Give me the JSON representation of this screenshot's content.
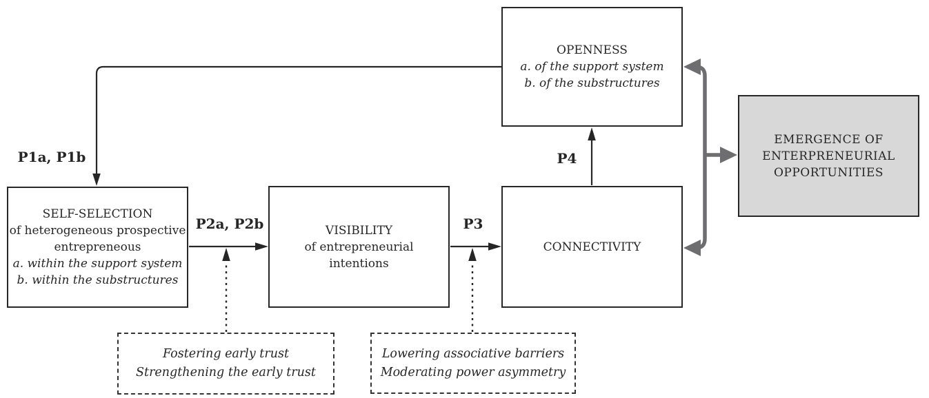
{
  "diagram": {
    "boxes": {
      "openness": {
        "lines": [
          "OPENNESS",
          "a. of the support system",
          "b. of the substructures"
        ]
      },
      "self_selection": {
        "lines": [
          "SELF-SELECTION",
          "of heterogeneous prospective",
          "entrepreneous",
          "a. within the support system",
          "b. within the substructures"
        ]
      },
      "visibility": {
        "lines": [
          "VISIBILITY",
          "of entrepreneurial",
          "intentions"
        ]
      },
      "connectivity": {
        "lines": [
          "CONNECTIVITY"
        ]
      },
      "emergence": {
        "lines": [
          "EMERGENCE OF",
          "ENTERPRENEURIAL",
          "OPPORTUNITIES"
        ]
      },
      "trust_note": {
        "lines": [
          "Fostering early trust",
          "Strengthening the early trust"
        ]
      },
      "barriers_note": {
        "lines": [
          "Lowering associative barriers",
          "Moderating power asymmetry"
        ]
      }
    },
    "labels": {
      "p1": "P1a, P1b",
      "p2": "P2a, P2b",
      "p3": "P3",
      "p4": "P4"
    },
    "colors": {
      "ink": "#262626",
      "line": "#262626",
      "gray_arrow": "#6e6e71",
      "emergence_fill": "#d8d8d8",
      "bg": "#ffffff"
    }
  }
}
